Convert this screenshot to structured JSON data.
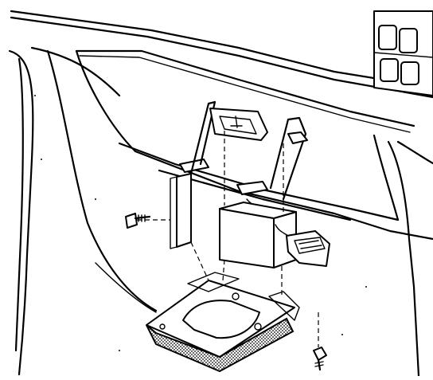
{
  "figure": {
    "kind": "exploded-view line drawing",
    "components": [
      "dashboard-lower-panel",
      "left-hanger-bracket",
      "right-hanger-bracket",
      "control-module",
      "module-connector",
      "mounting-tray",
      "side-screw",
      "tray-screw",
      "instrument-switch-cluster"
    ],
    "colors": {
      "line": "#000000",
      "background": "#ffffff",
      "tray_hatch": "#000000"
    }
  }
}
